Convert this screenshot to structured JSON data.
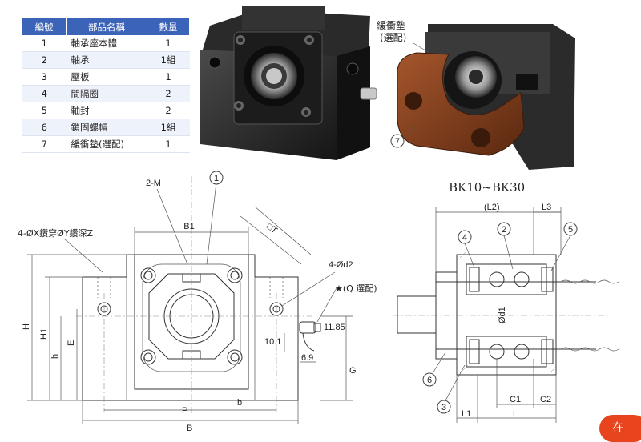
{
  "table": {
    "headers": [
      "編號",
      "部品名稱",
      "數量"
    ],
    "rows": [
      [
        "1",
        "軸承座本體",
        "1"
      ],
      [
        "2",
        "軸承",
        "1組"
      ],
      [
        "3",
        "壓板",
        "1"
      ],
      [
        "4",
        "間隔圈",
        "2"
      ],
      [
        "5",
        "軸封",
        "2"
      ],
      [
        "6",
        "鎖固螺帽",
        "1組"
      ],
      [
        "7",
        "緩衝墊(選配)",
        "1"
      ]
    ]
  },
  "photo2": {
    "callout_line1": "緩衝墊",
    "callout_line2": "(選配)",
    "part_no": "7"
  },
  "series_label": "BK10~BK30",
  "front": {
    "balloon_1": "1",
    "label_2m": "2-M",
    "label_holes": "4-ØX鑽穿ØY鑽深Z",
    "label_d2": "4-Ød2",
    "label_B1": "B1",
    "label_T": "□T",
    "label_H": "H",
    "label_H1": "H1",
    "label_h": "h",
    "label_E": "E",
    "label_P": "P",
    "label_b": "b",
    "label_B": "B",
    "label_G": "G",
    "label_option": "★(Q 選配)",
    "dim_1185": "11.85",
    "dim_101": "10.1",
    "dim_69": "6.9"
  },
  "side": {
    "label_L2": "(L2)",
    "label_L3": "L3",
    "label_d1": "Ød1",
    "label_C1": "C1",
    "label_C2": "C2",
    "label_L1": "L1",
    "label_L": "L",
    "balloon_2": "2",
    "balloon_3": "3",
    "balloon_4": "4",
    "balloon_5": "5",
    "balloon_6": "6"
  },
  "chat_badge": "在"
}
